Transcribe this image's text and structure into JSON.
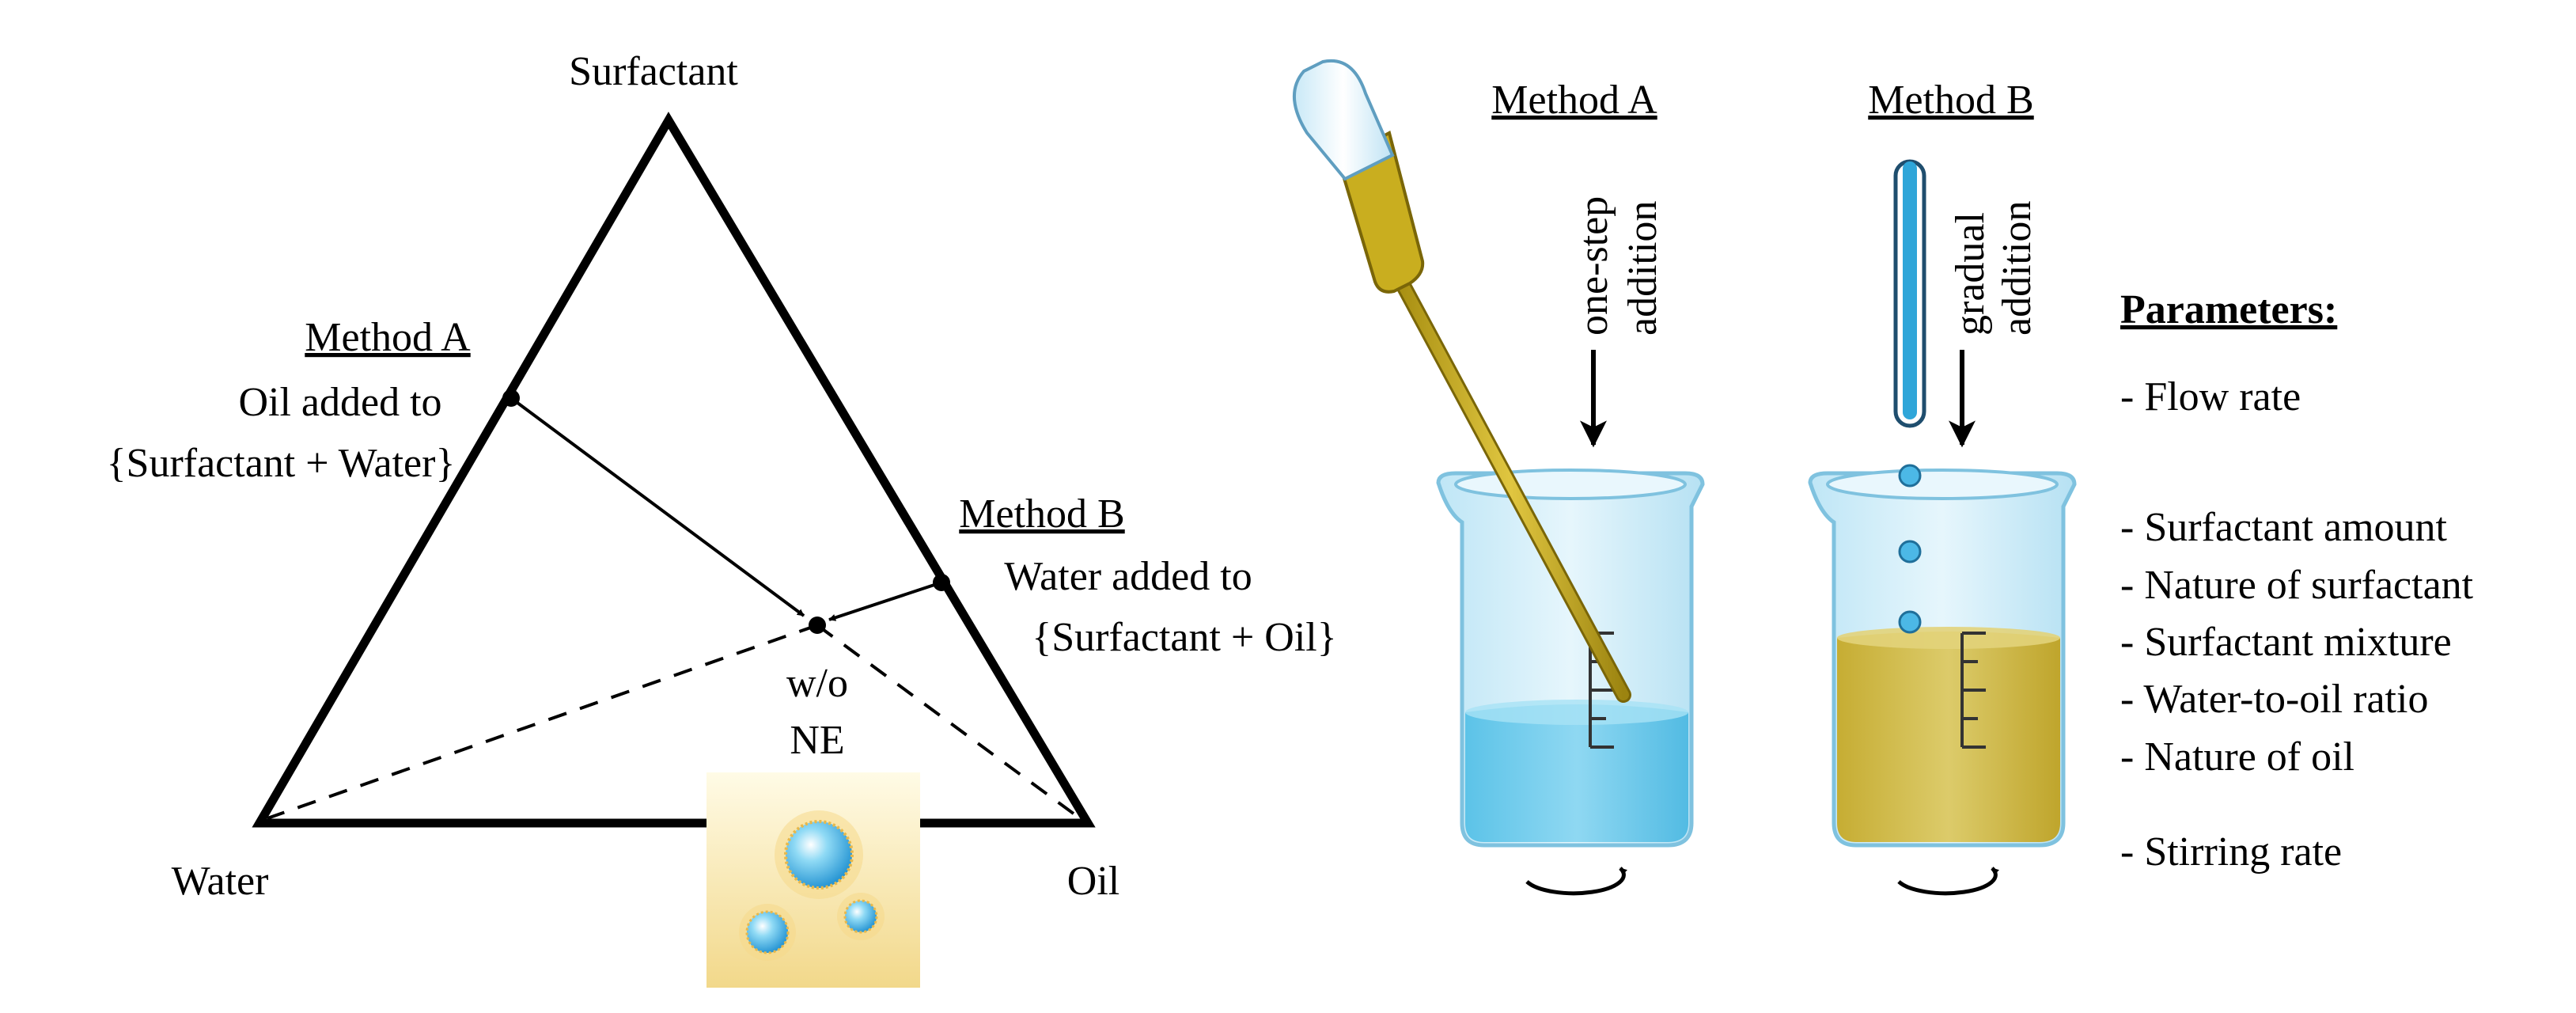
{
  "triangle": {
    "vertex_top": "Surfactant",
    "vertex_left": "Water",
    "vertex_right": "Oil",
    "method_a_title": "Method A",
    "method_a_line1": "Oil added to",
    "method_a_line2": "{Surfactant + Water}",
    "method_b_title": "Method B",
    "method_b_line1": "Water added to",
    "method_b_line2": "{Surfactant + Oil}",
    "point_label_1": "w/o",
    "point_label_2": "NE"
  },
  "beakers": {
    "method_a_title": "Method A",
    "method_a_arrow_line1": "one-step",
    "method_a_arrow_line2": "addition",
    "method_b_title": "Method B",
    "method_b_arrow_line1": "gradual",
    "method_b_arrow_line2": "addition"
  },
  "parameters": {
    "title": "Parameters:",
    "items": [
      "- Flow rate",
      "- Surfactant amount",
      "- Nature of surfactant",
      "- Surfactant mixture",
      "- Water-to-oil ratio",
      "- Nature of oil",
      "- Stirring rate"
    ]
  },
  "colors": {
    "water_blue": "#6ecbea",
    "glass": "#d9f0fa",
    "oil_yellow": "#cdb846",
    "pipette": "#c9ae1f",
    "tube_blue": "#2fa6d9"
  }
}
